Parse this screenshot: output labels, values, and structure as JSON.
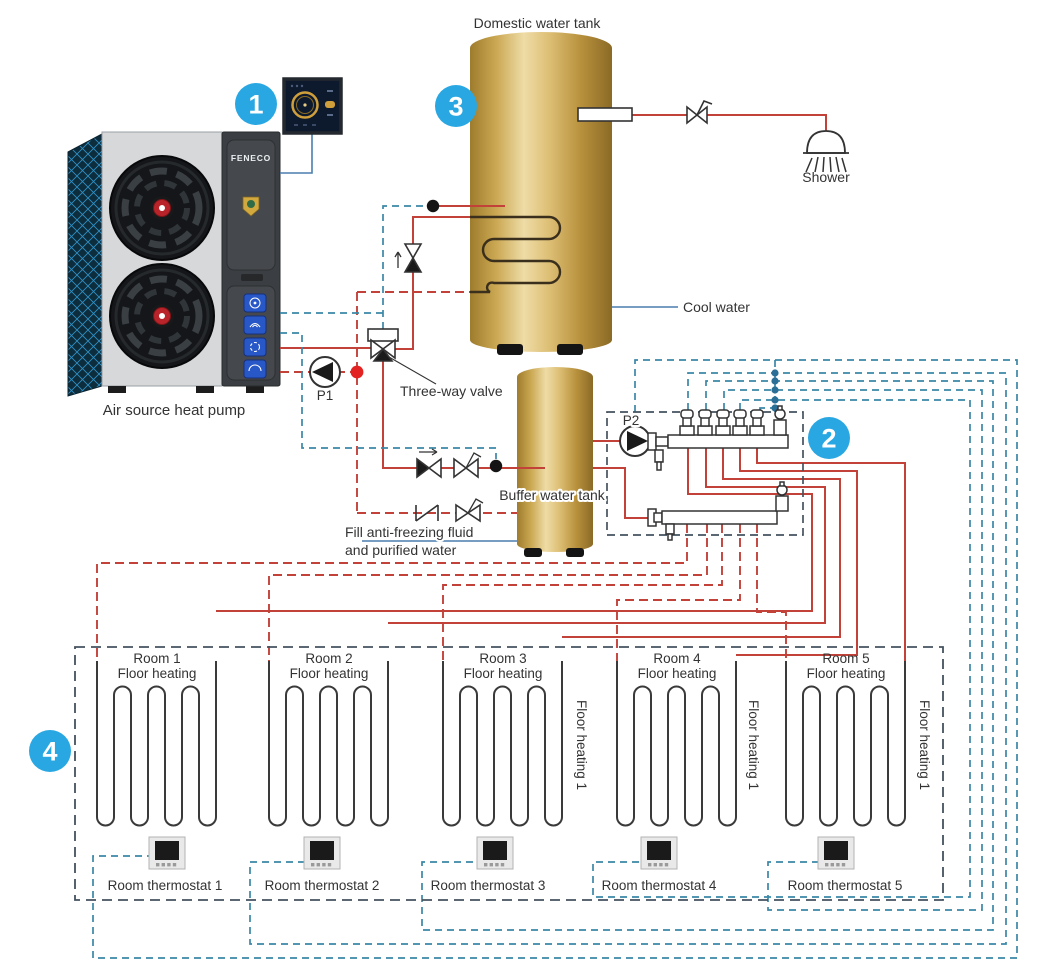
{
  "labels": {
    "domestic_tank": "Domestic water tank",
    "buffer_tank": "Buffer water tank",
    "shower": "Shower",
    "cool_water": "Cool water",
    "heat_pump": "Air source heat pump",
    "brand": "FENECO",
    "three_way_valve": "Three-way valve",
    "p1": "P1",
    "p2": "P2",
    "fill_line1": "Fill anti-freezing fluid",
    "fill_line2": "and purified water"
  },
  "badges": {
    "controller": "1",
    "manifold": "2",
    "domestic_tank": "3",
    "floor_area": "4"
  },
  "rooms": [
    {
      "name": "Room 1",
      "type": "Floor heating",
      "thermostat": "Room thermostat 1"
    },
    {
      "name": "Room 2",
      "type": "Floor heating",
      "thermostat": "Room thermostat 2"
    },
    {
      "name": "Room 3",
      "type": "Floor heating",
      "thermostat": "Room thermostat 3"
    },
    {
      "name": "Room 4",
      "type": "Floor heating",
      "thermostat": "Room thermostat 4"
    },
    {
      "name": "Room 5",
      "type": "Floor heating",
      "thermostat": "Room thermostat 5"
    }
  ],
  "loop_labels": [
    "Floor heating 1",
    "Floor heating 1",
    "Floor heating 1"
  ],
  "colors": {
    "hot_water_red": "#c2423a",
    "signal_teal": "#3b87a6",
    "box_navy": "#44525e",
    "tank_gold": "#d9b96a",
    "badge_blue": "#29a7e2"
  }
}
